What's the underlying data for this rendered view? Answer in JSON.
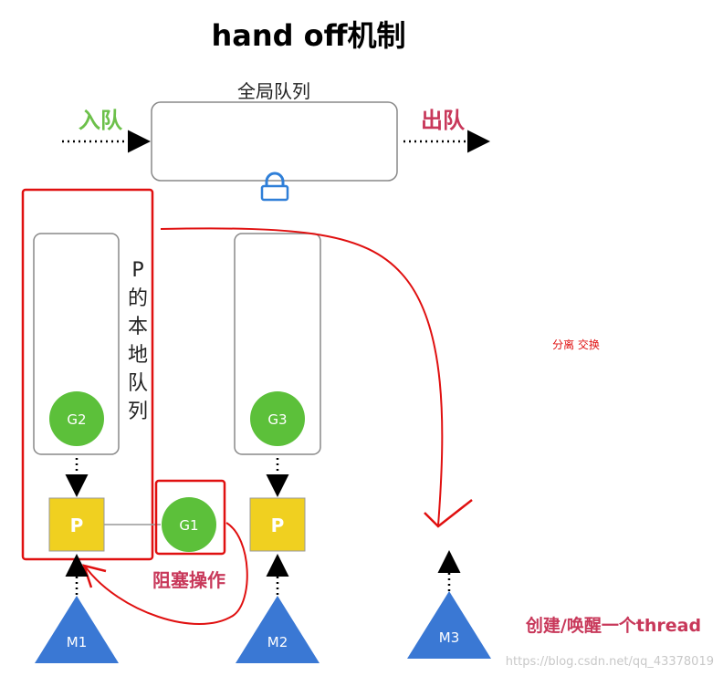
{
  "title": "hand off机制",
  "global_queue": {
    "label": "全局队列",
    "lock_icon": "lock-icon"
  },
  "enqueue_label": "入队",
  "dequeue_label": "出队",
  "local_queue": {
    "label_chars": [
      "P",
      "的",
      "本",
      "地",
      "队",
      "列"
    ]
  },
  "goroutines": {
    "g1": "G1",
    "g2": "G2",
    "g3": "G3"
  },
  "processors": {
    "p_left": "P",
    "p_right": "P"
  },
  "machines": {
    "m1": "M1",
    "m2": "M2",
    "m3": "M3"
  },
  "annotations": {
    "block_op": "阻塞操作",
    "detach_swap": "分离 交换",
    "create_thread": "创建/唤醒一个thread"
  },
  "watermark": "https://blog.csdn.net/qq_43378019",
  "colors": {
    "enqueue": "#6cc04a",
    "dequeue": "#c8385a",
    "red_line": "#e01010",
    "green_node": "#5cc03a",
    "yellow_node": "#f0d020",
    "blue_node": "#3a78d4",
    "lock": "#2f7fd8"
  }
}
